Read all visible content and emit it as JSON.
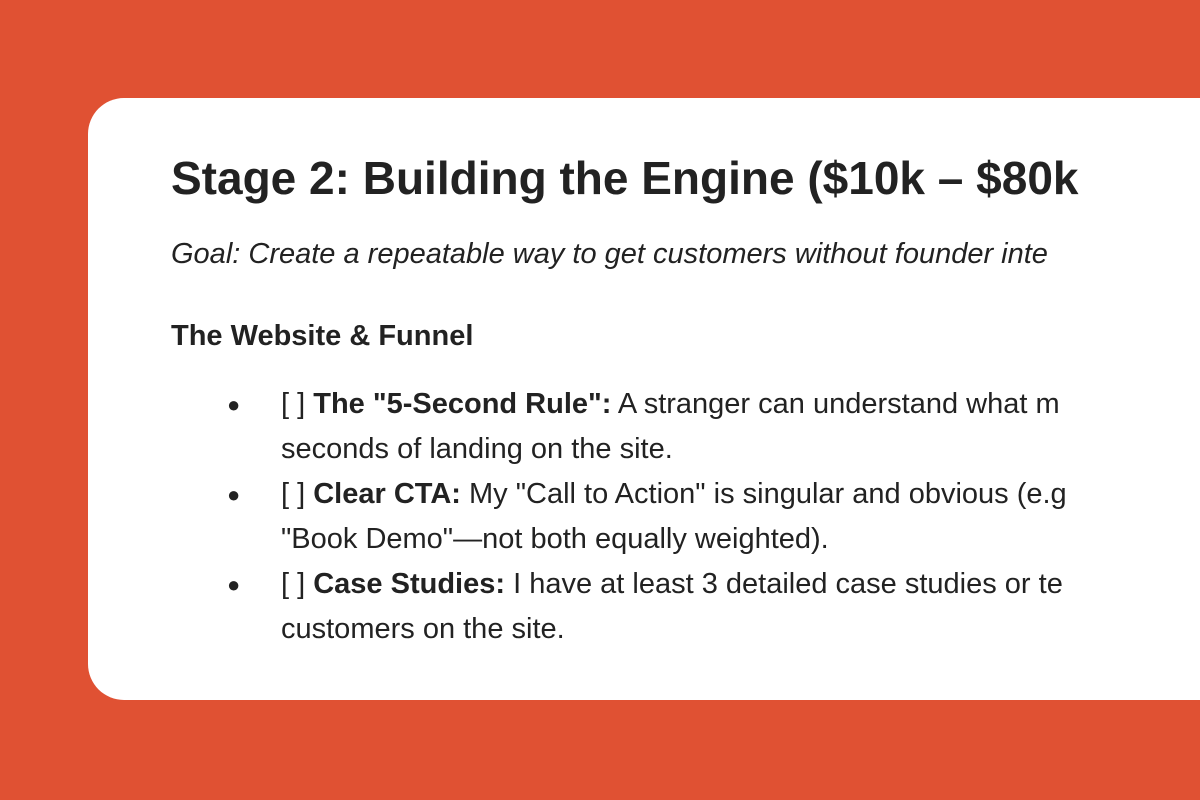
{
  "document": {
    "title": "Stage 2: Building the Engine ($10k – $80k",
    "goal": "Goal: Create a repeatable way to get customers without founder inte",
    "section_heading": "The Website & Funnel",
    "checklist": [
      {
        "checkbox": "[ ]",
        "label": "The \"5-Second Rule\":",
        "line1": "A stranger can understand what m",
        "line2": "seconds of landing on the site."
      },
      {
        "checkbox": "[ ]",
        "label": "Clear CTA:",
        "line1": "My \"Call to Action\" is singular and obvious (e.g",
        "line2": "\"Book Demo\"—not both equally weighted)."
      },
      {
        "checkbox": "[ ]",
        "label": "Case Studies:",
        "line1": "I have at least 3 detailed case studies or te",
        "line2": "customers on the site."
      }
    ]
  },
  "colors": {
    "background": "#e05133",
    "card": "#ffffff",
    "text": "#222222"
  }
}
